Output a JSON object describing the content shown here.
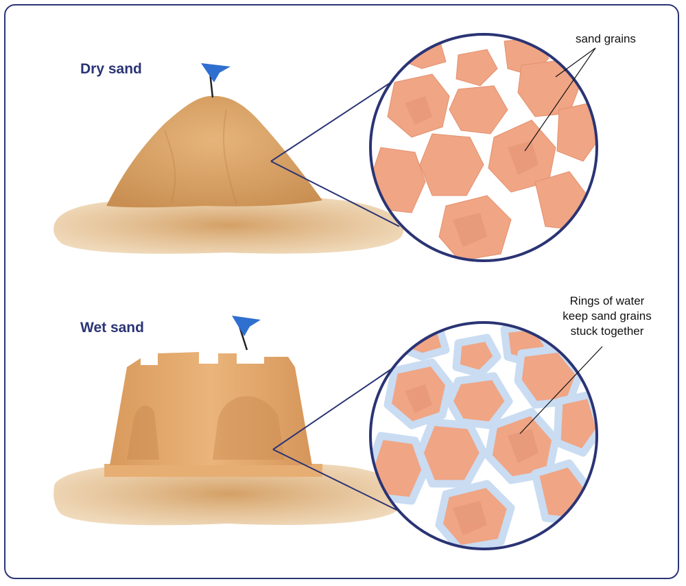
{
  "sections": {
    "dry": {
      "title": "Dry sand",
      "callout": "sand grains"
    },
    "wet": {
      "title": "Wet sand",
      "callout_lines": [
        "Rings of water",
        "keep sand grains",
        "stuck together"
      ]
    }
  },
  "colors": {
    "frame": "#2a3474",
    "title_text": "#2a3474",
    "sand_light": "#e0b27a",
    "sand_dark": "#c98f52",
    "grain": "#f0a584",
    "grain_shade": "#e08f6e",
    "water_ring": "#c9dcf2",
    "flag": "#2f6fd0"
  },
  "icons": [
    "flag-icon",
    "sand-pile-illustration",
    "sand-castle-illustration",
    "magnifier-circle"
  ]
}
